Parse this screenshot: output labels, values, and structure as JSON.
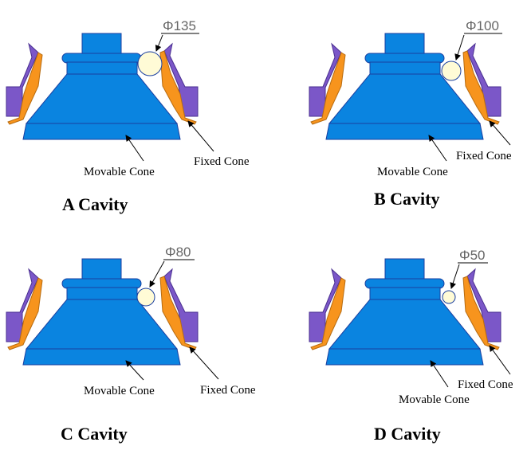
{
  "colors": {
    "cone": "#0a84e0",
    "cone_stroke": "#1a3fa0",
    "liner_outer": "#7b57c8",
    "liner_inner": "#f7941d",
    "ball": "#fffbd6"
  },
  "panels": [
    {
      "title": "A Cavity",
      "diameter": "Φ135",
      "movable_label": "Movable Cone",
      "fixed_label": "Fixed Cone"
    },
    {
      "title": "B Cavity",
      "diameter": "Φ100",
      "movable_label": "Movable Cone",
      "fixed_label": "Fixed Cone"
    },
    {
      "title": "C Cavity",
      "diameter": "Φ80",
      "movable_label": "Movable Cone",
      "fixed_label": "Fixed Cone"
    },
    {
      "title": "D Cavity",
      "diameter": "Φ50",
      "movable_label": "Movable Cone",
      "fixed_label": "Fixed Cone"
    }
  ]
}
